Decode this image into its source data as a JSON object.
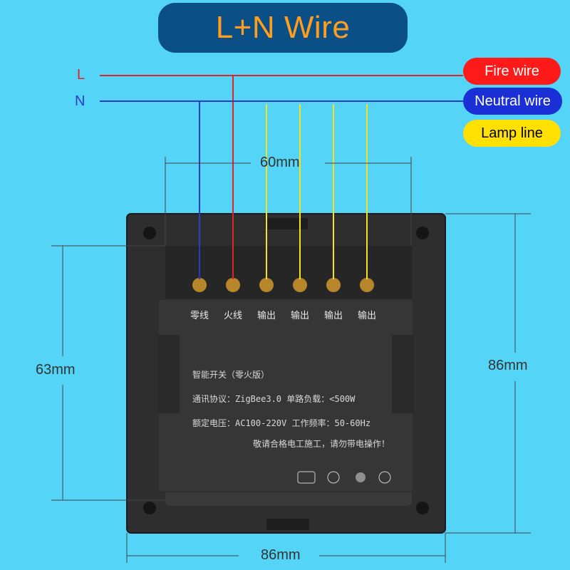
{
  "title": "L+N Wire",
  "wires": [
    {
      "label": "L",
      "color": "#e0242b"
    },
    {
      "label": "N",
      "color": "#2b3cc8"
    }
  ],
  "legend": [
    {
      "text": "Fire wire",
      "bg": "#ff1a1a",
      "fg": "#ffffff"
    },
    {
      "text": "Neutral wire",
      "bg": "#1a2fd6",
      "fg": "#ffffff"
    },
    {
      "text": "Lamp line",
      "bg": "#ffe000",
      "fg": "#000000"
    }
  ],
  "dimensions": {
    "width_inner": "60mm",
    "height_inner": "63mm",
    "height_outer": "86mm",
    "width_outer": "86mm"
  },
  "terminals": [
    "零线",
    "火线",
    "输出",
    "输出",
    "输出",
    "输出"
  ],
  "product_text": [
    "智能开关（零火版）",
    "通讯协议：ZigBee3.0  单路负载：<500W",
    "额定电压：AC100-220V 工作频率：50-60Hz",
    "敬请合格电工施工，请勿带电操作！"
  ],
  "colors": {
    "background": "#54d4f7",
    "title_bg": "#0a4f86",
    "title_text": "#ff9d1e",
    "fire_wire": "#e0242b",
    "neutral_wire": "#2b3cc8",
    "lamp_line": "#f4e21a",
    "panel": "#2e2e2e"
  }
}
